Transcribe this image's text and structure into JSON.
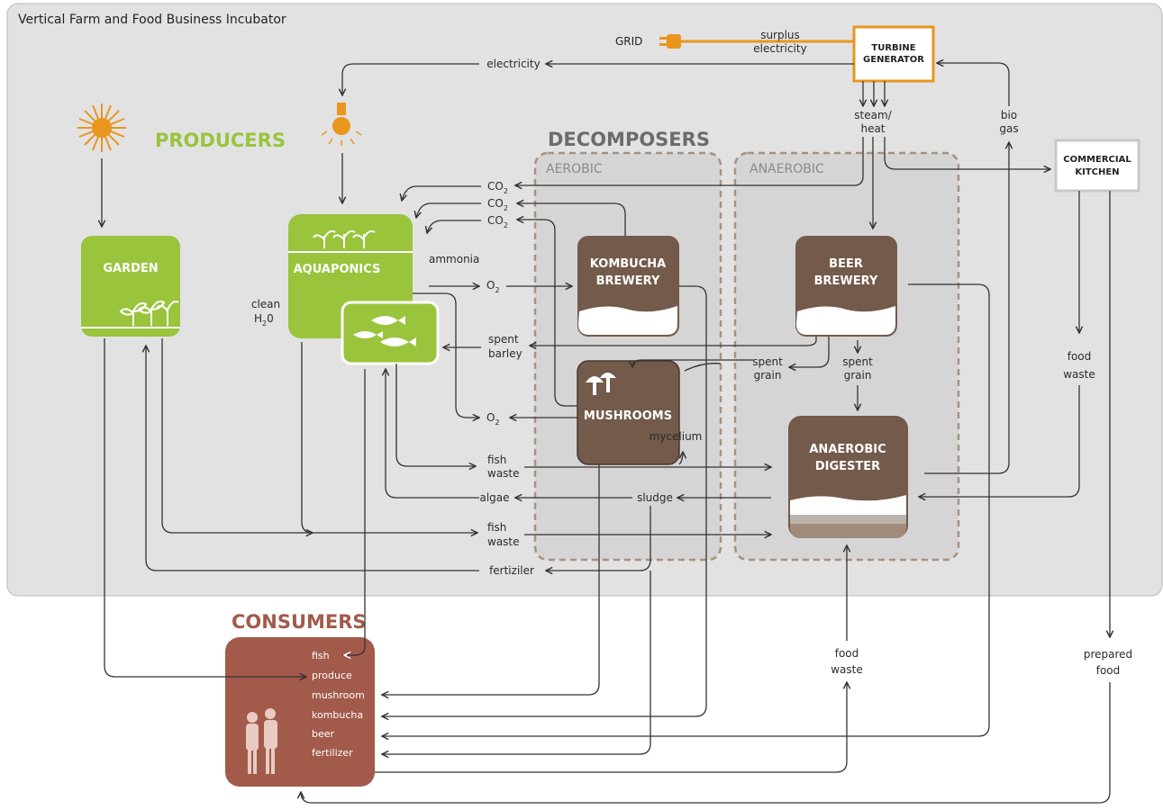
{
  "title": "Vertical Farm and Food Business Incubator",
  "sections": {
    "producers": "PRODUCERS",
    "decomposers": "DECOMPOSERS",
    "aerobic": "AEROBIC",
    "anaerobic": "ANAEROBIC",
    "consumers": "CONSUMERS"
  },
  "nodes": {
    "garden": "GARDEN",
    "aquaponics": "AQUAPONICS",
    "kombucha_1": "KOMBUCHA",
    "kombucha_2": "BREWERY",
    "beer_1": "BEER",
    "beer_2": "BREWERY",
    "mushrooms": "MUSHROOMS",
    "digester_1": "ANAEROBIC",
    "digester_2": "DIGESTER",
    "turbine_1": "TURBINE",
    "turbine_2": "GENERATOR",
    "kitchen_1": "COMMERCIAL",
    "kitchen_2": "KITCHEN",
    "grid": "GRID"
  },
  "flow_labels": {
    "surplus_1": "surplus",
    "surplus_2": "electricity",
    "electricity": "electricity",
    "steam_1": "steam/",
    "steam_2": "heat",
    "biogas_1": "bio",
    "biogas_2": "gas",
    "co2": "CO",
    "co2_sub": "2",
    "ammonia": "ammonia",
    "o2": "O",
    "o2_sub": "2",
    "clean_1": "clean",
    "clean_2": "H",
    "clean_sub": "2",
    "clean_tail": "0",
    "spent_barley_1": "spent",
    "spent_barley_2": "barley",
    "spent_grain_1": "spent",
    "spent_grain_2": "grain",
    "mycelium": "mycelium",
    "fish_waste_1": "fish",
    "fish_waste_2": "waste",
    "algae": "algae",
    "sludge": "sludge",
    "fertiziler": "fertiziler",
    "food_waste_1": "food",
    "food_waste_2": "waste",
    "prepared_1": "prepared",
    "prepared_2": "food"
  },
  "consumers_items": [
    "fish",
    "produce",
    "mushroom",
    "kombucha",
    "beer",
    "fertilizer"
  ],
  "colors": {
    "green": "#99c43c",
    "brown": "#735a4b",
    "consumer": "#a25a4a",
    "orange": "#e8961e",
    "panel": "#e2e2e3",
    "dashed": "#a8927e"
  },
  "icons": [
    "sun-icon",
    "lightbulb-icon",
    "plug-icon",
    "seedling-icon",
    "fish-icon",
    "mushroom-icon",
    "people-icon"
  ]
}
